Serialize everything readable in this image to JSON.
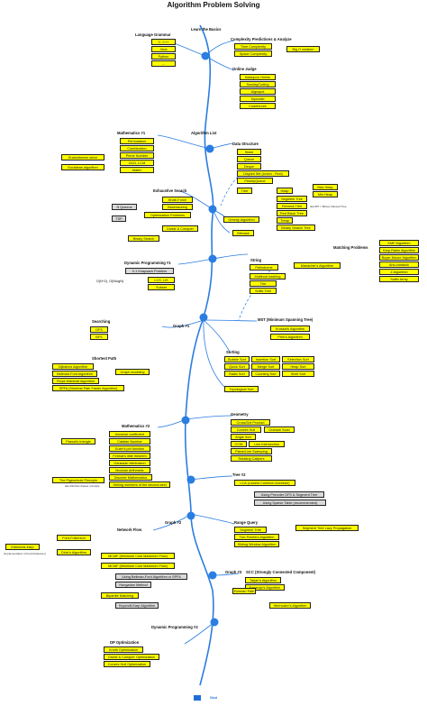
{
  "title": "Algorithm Problem Solving",
  "sections": {
    "learn_basics": "Learn the Basics",
    "language_grammar": "Language Grammar",
    "complexity": "Complexity Predictions & Analyze",
    "online_judge": "Online Judge",
    "algorithm_list": "Algorithm List",
    "mathematics_1": "Mathematics #1",
    "data_structure": "Data Structure",
    "exhaustive_search": "Exhaustive Search",
    "string": "String",
    "matching_problems": "Matching Problems",
    "dynamic_programming_1": "Dynamic Programming #1",
    "searching": "Searching",
    "mst": "MST (Minimum Spanning Tree)",
    "graph_1": "Graph #1",
    "shortest_path": "Shortest Path",
    "sorting": "Sorting",
    "geometry": "Geometry",
    "mathematics_2": "Mathematics #2",
    "tree_2": "Tree #2",
    "range_query": "Range Query",
    "graph_2": "Graph #2",
    "network_flow": "Network Flow",
    "graph_3": "Graph #3",
    "scc": "SCC (Strongly Connected Component)",
    "dynamic_programming_2": "Dynamic Programming #2",
    "dp_optimization": "DP Optimization"
  },
  "notes": {
    "bit": "aka BIT = Binary Indexed Tree",
    "edmonds": "(implementation of Ford-Fulkerson)",
    "pigeonhole": "aka Dirichlet drawer principle"
  },
  "boxes": {
    "c_cpp": "C, C++",
    "java": "Java",
    "python": "Python",
    "ellipsis": "...",
    "time_complexity": "Time Complexity",
    "space_complexity": "Space Complexity",
    "big_o": "Big O notation",
    "baekjoon": "Baekjoon Online",
    "sunday": "SundayCoding",
    "algospot": "Algospot",
    "topcoder": "Topcoder",
    "codeforces": "Codeforces",
    "permutation": "Permutation",
    "combination": "Combination",
    "prime_number": "Prime Number",
    "gcd_lcm": "GCD, LCM",
    "matrix": "Matrix",
    "eratosthenes": "Eratosthenes sieve",
    "euclidean": "Euclidean algorithm",
    "stack": "Stack",
    "queue": "Queue",
    "deque": "Deque",
    "disjoint_set": "Disjoint Set (Union - Find)",
    "priority_queue": "PriorityQueue",
    "tree": "Tree",
    "heap": "Heap",
    "max_heap": "Max Heap",
    "min_heap": "Min Heap",
    "segment_tree": "Segment Tree",
    "fenwick_tree": "Fenwick Tree",
    "red_black_tree": "Red Black Tree",
    "treap": "Treap",
    "bst": "Binary Search Tree",
    "brute_force": "Brute-Force",
    "backtracking": "Backtracking",
    "optimization_problems": "Optimization Problems",
    "divide_conquer": "Divide & Conquer",
    "binary_search": "Binary Search",
    "n_queens": "N Queens",
    "tsp": "TSP",
    "greedy": "Greedy Algorithm",
    "bitmask": "Bitmask",
    "palindrome": "Palindrome",
    "manacher": "Manacher's Algorithm",
    "multiroot_hashing": "Multiroot hashing",
    "trie": "Trie",
    "suffix_tree": "Suffix Tree",
    "kmp": "KMP Algorithm",
    "karp_rabin": "Karp-Rabin Algorithm",
    "boyer_moore": "Boyer-Moore Algorithm",
    "aho_corasick": "Aho-corasick",
    "z_algorithm": "Z Algorithm",
    "suffix_array": "Suffix Array",
    "knapsack": "0-1 Knapsack Problem",
    "lcs_lis": "LCS, LIS",
    "subset": "Subset",
    "on2": "O(N^2), O(NlogN)",
    "dfs": "DFS",
    "bfs": "BFS",
    "kruskal": "Kruskal's Algorithm",
    "prim": "Prim's Algorithm",
    "dijkstra": "Dijkstra's Algorithm",
    "bellman_ford": "Bellman-Ford Algorithm",
    "floyd": "Floyd-Warshall Algorithm",
    "spfa": "SPFA (Shortest Path Faster Algorithm)",
    "graph_modeling": "Graph modeling",
    "bubble_sort": "Bubble Sort",
    "insertion_sort": "Insertion Sort",
    "selection_sort": "Selection Sort",
    "quick_sort": "Quick Sort",
    "merge_sort": "Merge Sort",
    "heap_sort": "Heap Sort",
    "radix_sort": "Radix Sort",
    "counting_sort": "Counting Sort",
    "shell_sort": "Shell Sort",
    "topological_sort": "Topological Sort",
    "cross_dot": "Cross/Dot Product",
    "convex_hull": "Convex Hull",
    "graham_scan": "Graham Scan",
    "angle_sort": "Angle Sort",
    "ccw": "CCW",
    "line_intersection": "Line Intersection",
    "plane_line_sweeping": "Plane/Line Sweeping",
    "rotating_calipers": "Rotating Calipers",
    "binomial": "binomial coefficient",
    "catalan": "Catalan Number",
    "euler_phi": "Euler's phi function",
    "fermat": "Fermat's little theorem",
    "gaussian": "Gaussian elimination",
    "modular": "Modular Arithmetic",
    "discrete": "Discrete Mathematics",
    "stirling": "Stirling numbers of the second kind",
    "pascal": "Pascal's triangle",
    "pigeonhole": "The Pigeonhole Principle",
    "lca": "LCA (Lowest Common Ancestor)",
    "preorder": "Using Preorder DFS & Segment Tree",
    "sparse_table": "Using Sparse Table (recommended)",
    "segment_tree_2": "Segment Tree",
    "lazy_propagation": "Segment Tree Lazy Propagation",
    "two_pointers": "Two Pointers Algorithm",
    "sliding_window": "Sliding Window Algorithm",
    "ford_fulkerson": "Ford-Fulkerson",
    "edmonds_karp": "Edmonds-Karp",
    "dinic": "Dinic's Algorithm",
    "mcmf": "MCMF (Minimum Cost Maximum Flow)",
    "mcmf_algo": "MCMF (Minimum Cost Maximum Flow)",
    "using_bf": "Using Bellman-Ford Algorithm or SPFA",
    "hungarian": "Hungarian Method",
    "bipartite": "Bipartite Matching",
    "hopcroft": "Hopcroft-Karp Algorithm",
    "tarjan": "Tarjan's Algorithm",
    "kosaraju": "Kosaraju's Algorithm",
    "eulerian": "Eulerian Path",
    "hierholzer": "Hierholzer's Algorithm",
    "knuth": "Knuth Optimization",
    "dc_opt": "Divide & Conquer Optimization",
    "cht": "Convex Hull Optimization"
  },
  "footer": "God"
}
